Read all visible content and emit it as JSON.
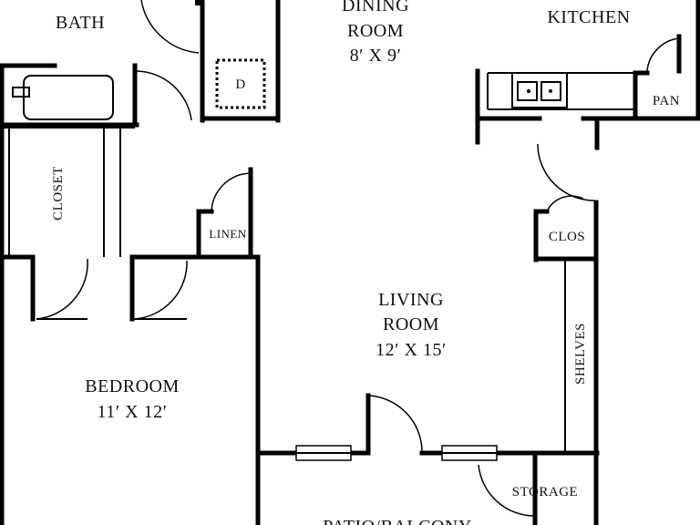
{
  "rooms": {
    "bath": "BATH",
    "dining": {
      "name_1": "DINING",
      "name_2": "ROOM",
      "size": "8′ X 9′"
    },
    "kitchen": "KITCHEN",
    "dryer": "D",
    "pantry": "PAN",
    "closet": "CLOSET",
    "linen": "LINEN",
    "clos": "CLOS",
    "living": {
      "name_1": "LIVING",
      "name_2": "ROOM",
      "size": "12′ X 15′"
    },
    "shelves": "SHELVES",
    "bedroom": {
      "name": "BEDROOM",
      "size": "11′ X 12′"
    },
    "storage": "STORAGE",
    "patio": "PATIO/BALCONY"
  }
}
